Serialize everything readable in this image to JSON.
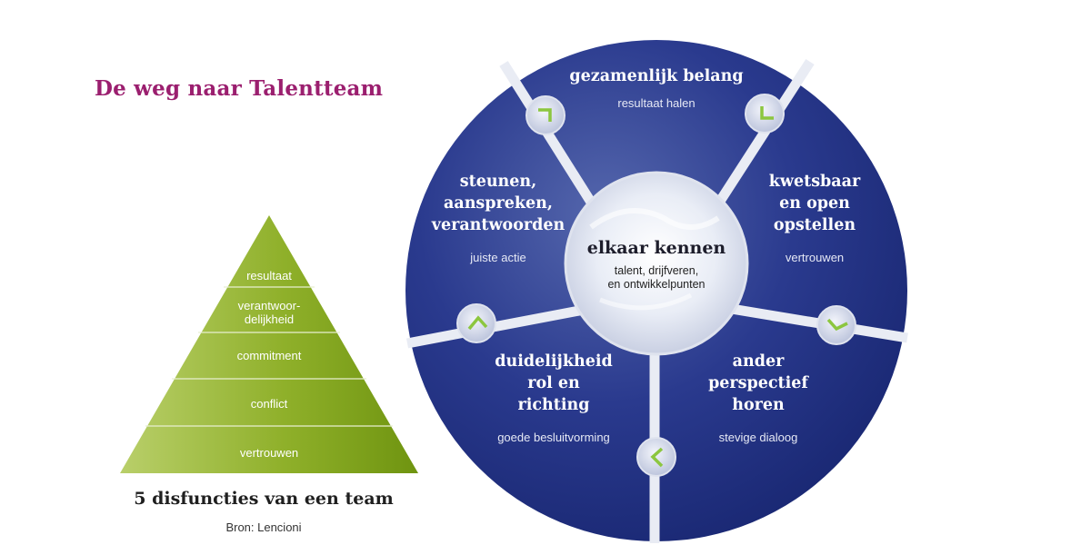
{
  "title": "De weg naar Talentteam",
  "pyramid": {
    "levels": [
      "resultaat",
      "verantwoor-\ndelijkheid",
      "commitment",
      "conflict",
      "vertrouwen"
    ],
    "caption": "5 disfuncties van een team",
    "source": "Bron: Lencioni"
  },
  "wheel": {
    "center": {
      "title": "elkaar kennen",
      "subtitle": "talent, drijfveren,\nen ontwikkelpunten"
    },
    "segments": [
      {
        "title": "gezamenlijk belang",
        "subtitle": "resultaat halen"
      },
      {
        "title": "kwetsbaar\nen open\nopstellen",
        "subtitle": "vertrouwen"
      },
      {
        "title": "ander\nperspectief\nhoren",
        "subtitle": "stevige dialoog"
      },
      {
        "title": "duidelijkheid\nrol en\nrichting",
        "subtitle": "goede besluitvorming"
      },
      {
        "title": "steunen,\naanspreken,\nverantwoorden",
        "subtitle": "juiste actie"
      }
    ]
  },
  "colors": {
    "title": "#9b1f6f",
    "pyramid": "#7fa21a",
    "wheel": "#1e2f82",
    "arrow": "#8cc63f"
  },
  "icons": [
    "chevron-arrow-icon"
  ]
}
